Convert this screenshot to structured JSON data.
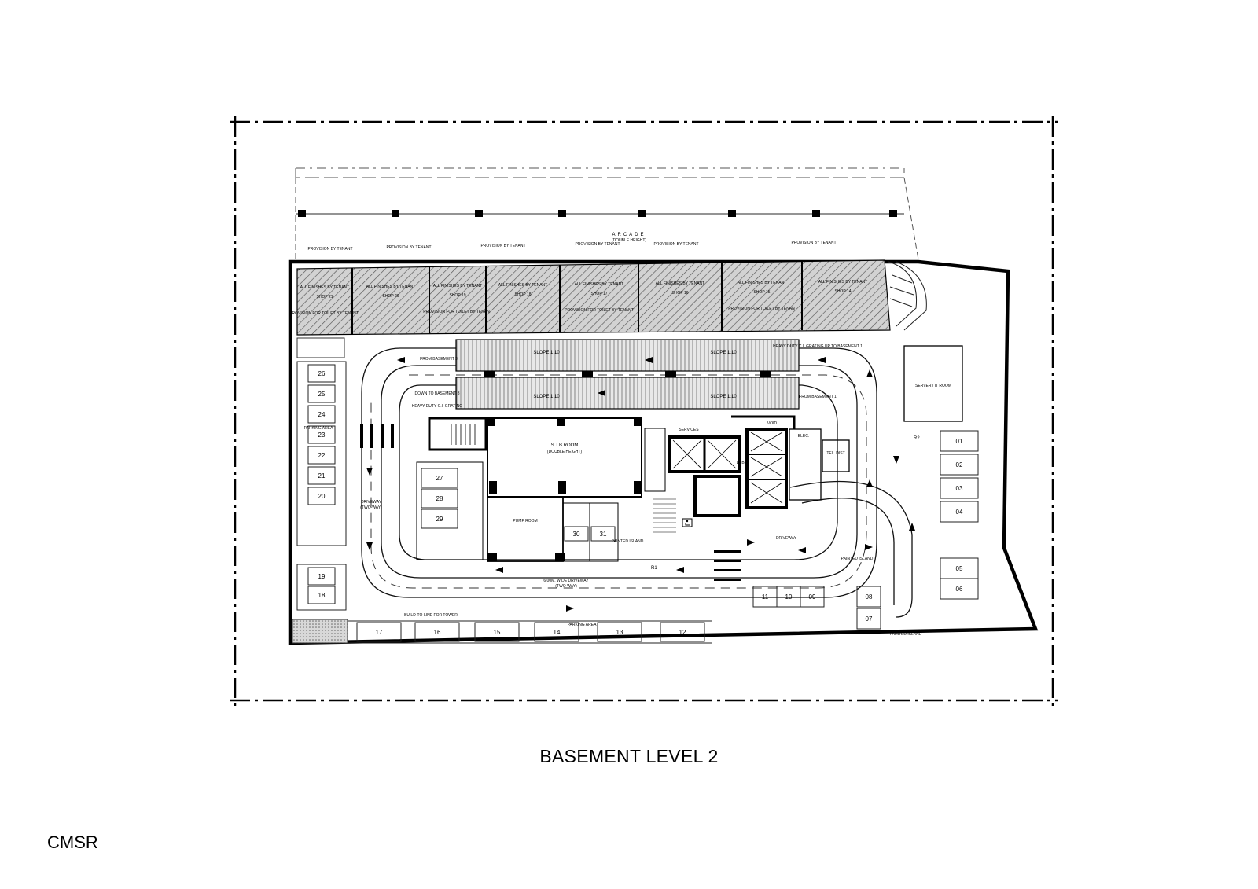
{
  "title": "BASEMENT LEVEL 2",
  "firm": "CMSR",
  "plan": {
    "arcade": "ARCADE",
    "arcade_note": "(DOUBLE HEIGHT)",
    "shops": [
      "SHOP 21",
      "SHOP 20",
      "SHOP 19",
      "SHOP 18",
      "SHOP 17",
      "SHOP 16",
      "SHOP 15",
      "SHOP 14"
    ],
    "shop_note": "ALL FINISHES BY TENANT",
    "provision_note": "PROVISION BY TENANT",
    "toilet_note": "PROVISION FOR TOILET BY TENANT",
    "slope": "SLOPE 1:10",
    "from_basement_3": "FROM BASEMENT 3",
    "down_to_basement_3": "DOWN TO BASEMENT 3",
    "grating": "HEAVY DUTY C.I. GRATING",
    "grating_up": "HEAVY DUTY C.I. GRATING UP TO BASEMENT 1",
    "from_basement_1": "FROM BASEMENT 1",
    "services": "SERVICES",
    "void": "VOID",
    "lobby": "LOBBY",
    "elec": "ELEC.",
    "tel": "TEL. DIST",
    "stb_room": "S.T.B ROOM",
    "stb_note": "(DOUBLE HEIGHT)",
    "pump_room": "PUMP ROOM",
    "painted_island": "PAINTED ISLAND",
    "driveway": "DRIVEWAY",
    "driveway_note": "(TWO-WAY)",
    "wide_driveway": "6.00M. WIDE DRIVEWAY",
    "parking_area": "PARKING AREA",
    "build_to_line": "BUILD-TO-LINE FOR TOWER",
    "server_room": "SERVER / IT ROOM",
    "r2": "R2",
    "r1": "R1",
    "left_stalls": [
      "26",
      "25",
      "24",
      "23",
      "22",
      "21",
      "20",
      "19",
      "18"
    ],
    "bottom_stalls": [
      "17",
      "16",
      "15",
      "14",
      "13",
      "12"
    ],
    "mid_stalls": [
      "27",
      "28",
      "29"
    ],
    "center_stalls": [
      "30",
      "31"
    ],
    "right_stalls": [
      "01",
      "02",
      "03",
      "04",
      "05",
      "06"
    ],
    "island_stalls": [
      "11",
      "10",
      "09",
      "08",
      "07"
    ]
  }
}
